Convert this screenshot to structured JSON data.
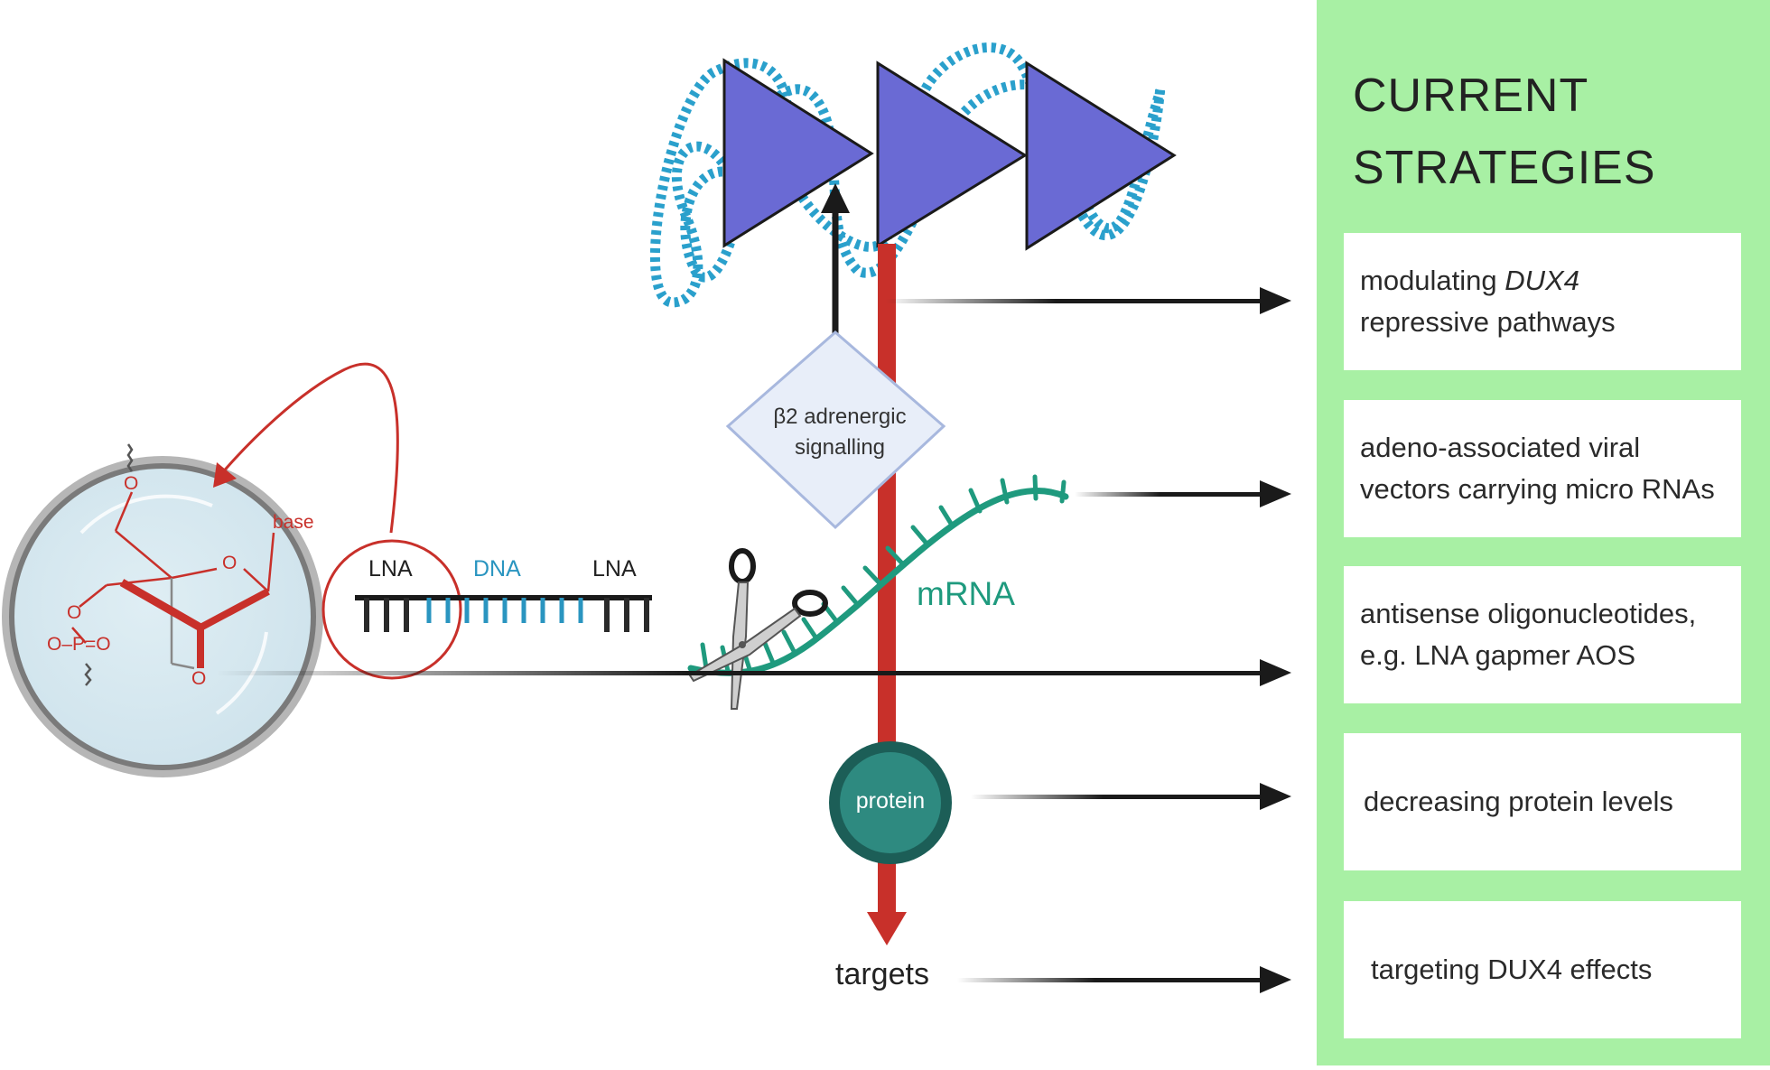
{
  "panel": {
    "title_line1": "CURRENT",
    "title_line2": "STRATEGIES",
    "background": "#a8f0a4",
    "cards": [
      {
        "pre": "modulating ",
        "italic": "DUX4",
        "post": "\nrepressive pathways"
      },
      {
        "pre": "adeno-associated viral\nvectors carrying micro RNAs",
        "italic": "",
        "post": ""
      },
      {
        "pre": "antisense oligonucleotides,\ne.g. LNA gapmer AOS",
        "italic": "",
        "post": ""
      },
      {
        "pre": "decreasing protein levels",
        "italic": "",
        "post": ""
      },
      {
        "pre": "targeting DUX4 effects",
        "italic": "",
        "post": ""
      }
    ]
  },
  "diagram": {
    "signalling_label": "β2 adrenergic\nsignalling",
    "mrna_label": "mRNA",
    "protein_label": "protein",
    "targets_label": "targets",
    "gapmer": {
      "left": "LNA",
      "middle": "DNA",
      "right": "LNA"
    },
    "sugar": {
      "base": "base",
      "o_ring": "O",
      "o_top": "O",
      "o_left": "O",
      "o_bottom": "O",
      "phosphate": "O–P=O"
    },
    "colors": {
      "triangle": "#6a6ad4",
      "dna_helix": "#2aa0cc",
      "pathway": "#c8302a",
      "mrna": "#1f9a7e",
      "protein": "#2e8a80",
      "lna": "#c8302a",
      "gapmer_dna": "#2a95c0"
    },
    "icons": [
      "chromatin-triangles",
      "dna-helix",
      "scissors-icon",
      "arrow-icon",
      "magnifier-lens"
    ]
  }
}
